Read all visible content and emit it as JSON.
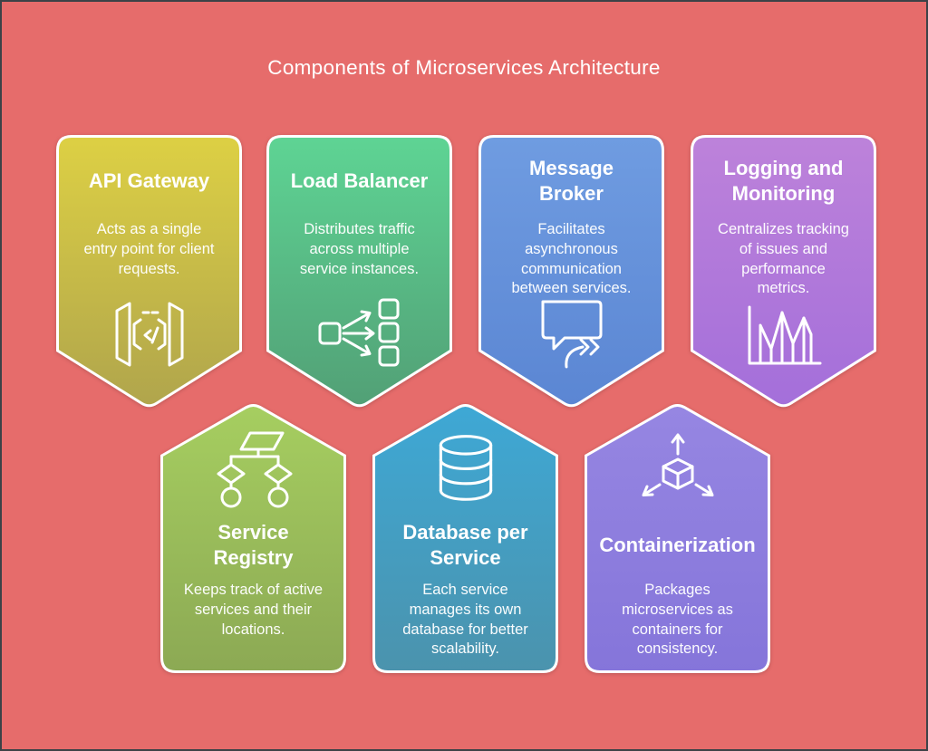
{
  "page": {
    "title": "Components of Microservices Architecture",
    "background_color": "#e66c6b",
    "frame_border_color": "#3c4247",
    "text_color": "#ffffff"
  },
  "cards": [
    {
      "id": "api-gateway",
      "title": "API Gateway",
      "description": "Acts as a single\nentry point for client\nrequests.",
      "icon": "code-gateway-icon",
      "gradient_top": "#ddd044",
      "gradient_bottom": "#b0a54c"
    },
    {
      "id": "load-balancer",
      "title": "Load Balancer",
      "description": "Distributes traffic\nacross multiple\nservice instances.",
      "icon": "load-distribution-icon",
      "gradient_top": "#5ed494",
      "gradient_bottom": "#52a076"
    },
    {
      "id": "message-broker",
      "title": "Message\nBroker",
      "description": "Facilitates\nasynchronous\ncommunication\nbetween services.",
      "icon": "message-bubble-icon",
      "gradient_top": "#6f9ce1",
      "gradient_bottom": "#5b86d3"
    },
    {
      "id": "logging-and-monitoring",
      "title": "Logging and\nMonitoring",
      "description": "Centralizes tracking\nof issues and\nperformance\nmetrics.",
      "icon": "monitoring-chart-icon",
      "gradient_top": "#bd82da",
      "gradient_bottom": "#a46fda"
    },
    {
      "id": "service-registry",
      "title": "Service\nRegistry",
      "description": "Keeps track of active\nservices and their\nlocations.",
      "icon": "flowchart-icon",
      "gradient_top": "#a6ce60",
      "gradient_bottom": "#8ca954"
    },
    {
      "id": "database-per-service",
      "title": "Database per\nService",
      "description": "Each service\nmanages its own\ndatabase for better\nscalability.",
      "icon": "database-icon",
      "gradient_top": "#3ea8d5",
      "gradient_bottom": "#4b93ad"
    },
    {
      "id": "containerization",
      "title": "Containerization",
      "description": "Packages\nmicroservices as\ncontainers for\nconsistency.",
      "icon": "cube-axes-icon",
      "gradient_top": "#9686e2",
      "gradient_bottom": "#8575da"
    }
  ]
}
